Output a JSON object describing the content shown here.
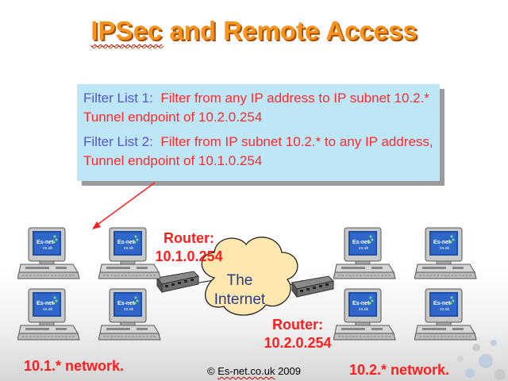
{
  "title_word": "IPSec",
  "title_rest": " and Remote Access",
  "filters": [
    {
      "label": "Filter List 1:",
      "text": "Filter from any IP address to IP subnet 10.2.*  Tunnel endpoint of 10.2.0.254"
    },
    {
      "label": "Filter List 2:",
      "text": "Filter from IP subnet 10.2.* to any IP address,  Tunnel endpoint of 10.1.0.254"
    }
  ],
  "router1": {
    "line1": "Router:",
    "line2": "10.1.0.254"
  },
  "router2": {
    "line1": "Router:",
    "line2": "10.2.0.254"
  },
  "cloud": {
    "line1": "The",
    "line2": "Internet"
  },
  "network_left": "10.1.* network.",
  "network_right": "10.2.* network.",
  "copyright": {
    "prefix": "© ",
    "brand": "Es-net.co.uk",
    "year": " 2009"
  },
  "screen_text": "Es-net.co.uk",
  "colors": {
    "title": "#f7941d",
    "label_red": "#ff1e1e",
    "filter_bg": "#bde6f7",
    "filter_label": "#5555cc"
  }
}
